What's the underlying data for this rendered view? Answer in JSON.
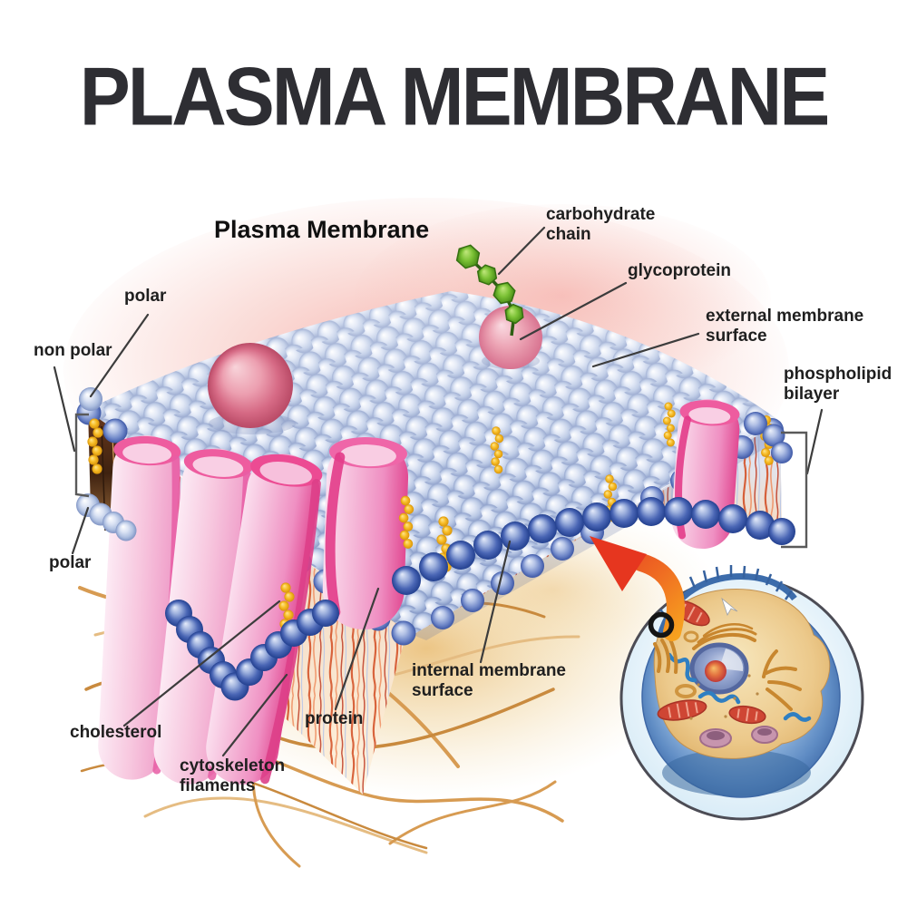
{
  "title": "PLASMA MEMBRANE",
  "diagram": {
    "heading": "Plasma Membrane",
    "labels": {
      "polar_top": "polar",
      "non_polar": "non polar",
      "polar_bottom": "polar",
      "cholesterol": "cholesterol",
      "cytoskeleton_filaments": "cytoskeleton filaments",
      "protein": "protein",
      "internal_membrane_surface": "internal membrane surface",
      "carbohydrate_chain": "carbohydrate chain",
      "glycoprotein": "glycoprotein",
      "external_membrane_surface": "external membrane surface",
      "phospholipid_bilayer": "phospholipid bilayer"
    },
    "colors": {
      "head_blue": "#aebfe0",
      "deep_bead_blue": "#23408f",
      "protein_pink": "#f5b8d8",
      "protein_hot_pink": "#e75da0",
      "tail_orange": "#d4552c",
      "cholesterol_yellow": "#f7bd27",
      "carbohydrate_green": "#7cc236",
      "glow_pink": "#f6b3ac",
      "cytoplasm_tan": "#ecc98b",
      "cytoskeleton_tan": "#d79b52",
      "arrow_red": "#e6361f",
      "arrow_orange": "#f7a21f",
      "title_color": "#2e2e33"
    }
  }
}
